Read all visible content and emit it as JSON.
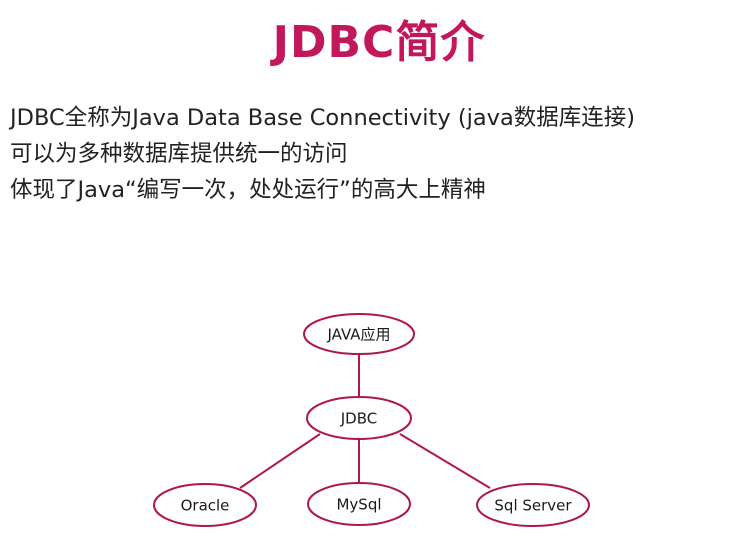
{
  "page": {
    "title": "JDBC简介"
  },
  "content": {
    "lines": [
      "JDBC全称为Java Data Base Connectivity (java数据库连接)",
      "可以为多种数据库提供统一的访问",
      "体现了Java“编写一次，处处运行”的高大上精神"
    ]
  },
  "diagram": {
    "nodes": {
      "java_app": "JAVA应用",
      "jdbc": "JDBC",
      "oracle": "Oracle",
      "mysql": "MySql",
      "sqlserver": "Sql Server"
    },
    "stroke_color": "#b0174f"
  }
}
